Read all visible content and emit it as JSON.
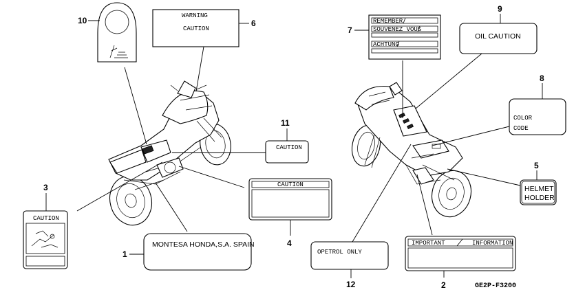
{
  "parts": [
    {
      "num": "1",
      "lines": [
        "MONTESA HONDA,S.A. SPAIN"
      ]
    },
    {
      "num": "2",
      "lines": [
        "IMPORTANT",
        "INFORMATION"
      ]
    },
    {
      "num": "3",
      "lines": [
        "CAUTION"
      ]
    },
    {
      "num": "4",
      "lines": [
        "CAUTION"
      ]
    },
    {
      "num": "5",
      "lines": [
        "HELMET",
        "HOLDER"
      ]
    },
    {
      "num": "6",
      "lines": [
        "WARNING",
        "CAUTION"
      ]
    },
    {
      "num": "7",
      "lines": [
        "REMEMBER",
        "SOUVENEZ VOUS",
        "ACHTUNG"
      ]
    },
    {
      "num": "8",
      "lines": [
        "COLOR",
        "CODE"
      ]
    },
    {
      "num": "9",
      "lines": [
        "OIL CAUTION"
      ]
    },
    {
      "num": "10",
      "lines": []
    },
    {
      "num": "11",
      "lines": [
        "CAUTION"
      ]
    },
    {
      "num": "12",
      "lines": [
        "OPETROL ONLY"
      ]
    }
  ],
  "diagram_code": "GE2P-F3200"
}
